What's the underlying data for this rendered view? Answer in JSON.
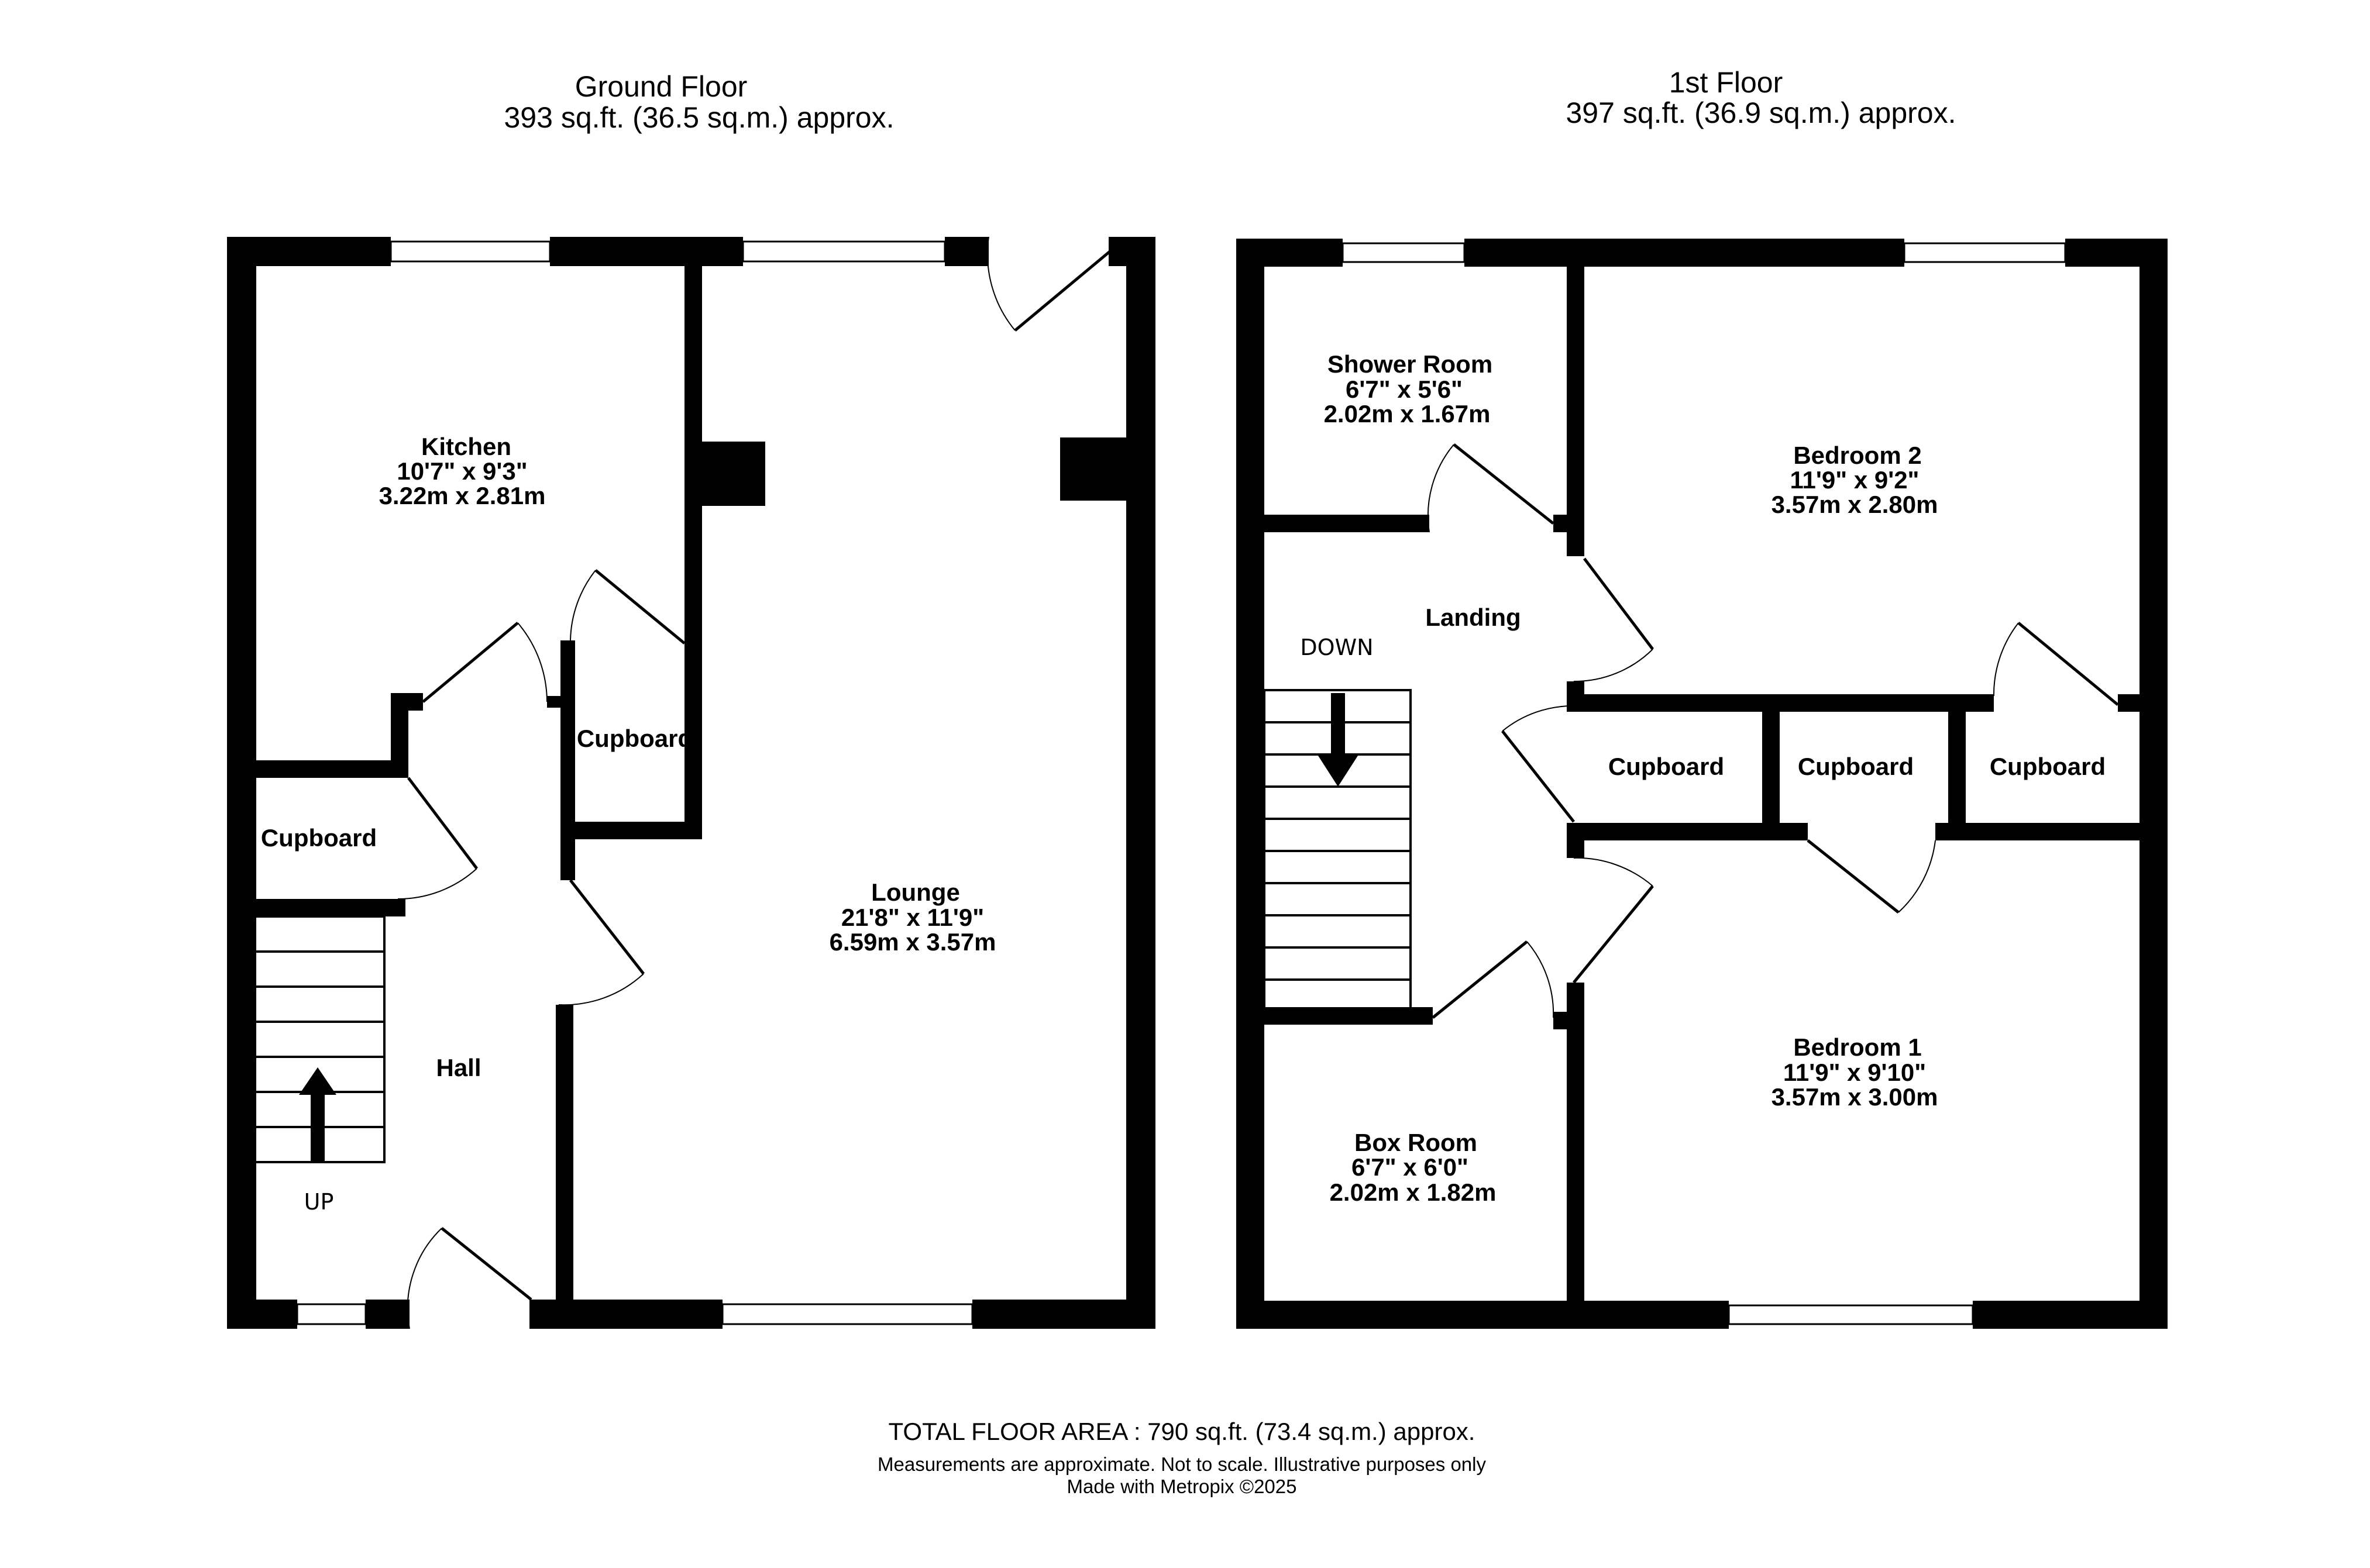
{
  "ground_floor": {
    "title": "Ground Floor",
    "area": "393 sq.ft. (36.5 sq.m.) approx.",
    "rooms": {
      "kitchen": {
        "name": "Kitchen",
        "imperial": "10'7\"  x 9'3\"",
        "metric": "3.22m  x 2.81m"
      },
      "lounge": {
        "name": "Lounge",
        "imperial": "21'8\"  x 11'9\"",
        "metric": "6.59m  x 3.57m"
      },
      "hall": {
        "name": "Hall"
      },
      "cupboard_left": {
        "name": "Cupboard"
      },
      "cupboard_kitchen": {
        "name": "Cupboard"
      }
    },
    "stairs_label": "UP"
  },
  "first_floor": {
    "title": "1st Floor",
    "area": "397 sq.ft. (36.9 sq.m.) approx.",
    "rooms": {
      "shower_room": {
        "name": "Shower Room",
        "imperial": "6'7\"  x 5'6\"",
        "metric": "2.02m  x 1.67m"
      },
      "bedroom_2": {
        "name": "Bedroom 2",
        "imperial": "11'9\"  x 9'2\"",
        "metric": "3.57m  x 2.80m"
      },
      "landing": {
        "name": "Landing"
      },
      "cupboard_1": {
        "name": "Cupboard"
      },
      "cupboard_2": {
        "name": "Cupboard"
      },
      "cupboard_3": {
        "name": "Cupboard"
      },
      "bedroom_1": {
        "name": "Bedroom 1",
        "imperial": "11'9\"  x 9'10\"",
        "metric": "3.57m  x 3.00m"
      },
      "box_room": {
        "name": "Box Room",
        "imperial": "6'7\"  x 6'0\"",
        "metric": "2.02m  x 1.82m"
      }
    },
    "stairs_label": "DOWN"
  },
  "footer": {
    "total": "TOTAL FLOOR AREA : 790 sq.ft. (73.4 sq.m.) approx.",
    "disclaimer": "Measurements are approximate.  Not to scale.  Illustrative purposes only",
    "credit": "Made with Metropix ©2025"
  }
}
